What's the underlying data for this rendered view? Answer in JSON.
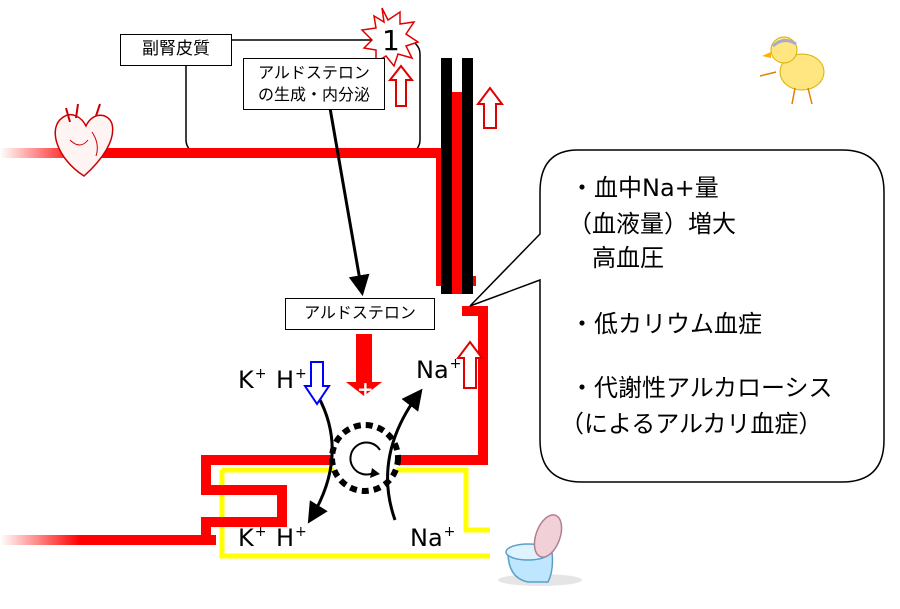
{
  "labels": {
    "adrenal_cortex": "副腎皮質",
    "aldosterone_production_line1": "アルドステロン",
    "aldosterone_production_line2": "の生成・内分泌",
    "aldosterone": "アルドステロン",
    "star_number": "1",
    "plus_sign": "+"
  },
  "ions": {
    "k": "K",
    "h": "H",
    "na": "Na",
    "plus": "+"
  },
  "effects": {
    "line1": "・血中Na+量",
    "line2": "（血液量）増大",
    "line3": "高血圧",
    "line4": "・低カリウム血症",
    "line5": "・代謝性アルカローシス",
    "line6": "（によるアルカリ血症）"
  },
  "colors": {
    "blood_vessel": "#ff0000",
    "urine_tubule": "#ffff00",
    "collecting_duct": "#000000",
    "up_arrow": "#e00000",
    "down_arrow": "#0000ff",
    "star_outline": "#e00000"
  },
  "icons": [
    "heart-icon",
    "chick-icon",
    "toilet-icon",
    "explosion-star-icon"
  ]
}
